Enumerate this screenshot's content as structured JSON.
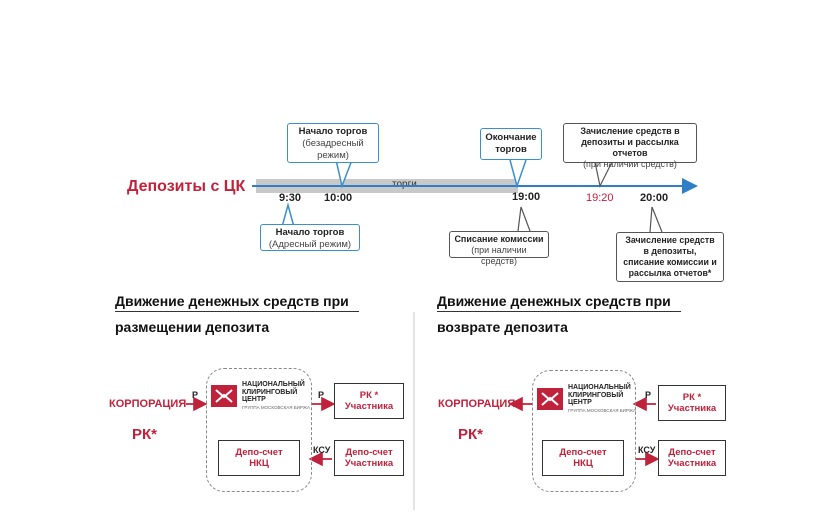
{
  "timeline": {
    "title": "Депозиты с ЦК",
    "bar_label": "торги",
    "times": {
      "t0930": "9:30",
      "t1000": "10:00",
      "t1900": "19:00",
      "t1920": "19:20",
      "t2000": "20:00"
    },
    "callouts": {
      "start_nonaddress": {
        "bold": "Начало торгов",
        "normal1": "(безадресный",
        "normal2": "режим)"
      },
      "start_address": {
        "bold": "Начало торгов",
        "normal": "(Адресный режим)"
      },
      "end": {
        "bold1": "Окончание",
        "bold2": "торгов"
      },
      "fee": {
        "bold": "Списание комиссии",
        "normal": "(при наличии средств)"
      },
      "credit1920": {
        "bold1": "Зачисление средств в",
        "bold2": "депозиты и рассылка отчетов",
        "normal": "(при наличии средств)"
      },
      "credit2000": {
        "line1": "Зачисление средств",
        "line2": "в депозиты,",
        "line3": "списание комиссии и",
        "line4": "рассылка отчетов*"
      }
    }
  },
  "left_panel": {
    "title1": "Движение денежных средств при",
    "title2": "размещении депозита",
    "corp": "КОРПОРАЦИЯ",
    "rk": "РК*",
    "p1": "Р",
    "p2": "Р",
    "ksu": "КСУ",
    "nkc": {
      "line1": "НАЦИОНАЛЬНЫЙ",
      "line2": "КЛИРИНГОВЫЙ",
      "line3": "ЦЕНТР",
      "sub": "ГРУППА МОСКОВСКАЯ БИРЖА"
    },
    "depo_nkc": {
      "line1": "Депо-счет",
      "line2": "НКЦ"
    },
    "rk_member": {
      "line1": "РК *",
      "line2": "Участника"
    },
    "depo_member": {
      "line1": "Депо-счет",
      "line2": "Участника"
    }
  },
  "right_panel": {
    "title1": "Движение денежных средств при",
    "title2": "возврате депозита",
    "corp": "КОРПОРАЦИЯ",
    "rk": "РК*",
    "p1": "Р",
    "ksu": "КСУ",
    "nkc": {
      "line1": "НАЦИОНАЛЬНЫЙ",
      "line2": "КЛИРИНГОВЫЙ",
      "line3": "ЦЕНТР",
      "sub": "ГРУППА МОСКОВСКАЯ БИРЖА"
    },
    "depo_nkc": {
      "line1": "Депо-счет",
      "line2": "НКЦ"
    },
    "rk_member": {
      "line1": "РК *",
      "line2": "Участника"
    },
    "depo_member": {
      "line1": "Депо-счет",
      "line2": "Участника"
    }
  },
  "colors": {
    "accent_red": "#c0213b",
    "timeline_blue": "#2f7fc6",
    "bar_gray": "#c9c9c9"
  }
}
